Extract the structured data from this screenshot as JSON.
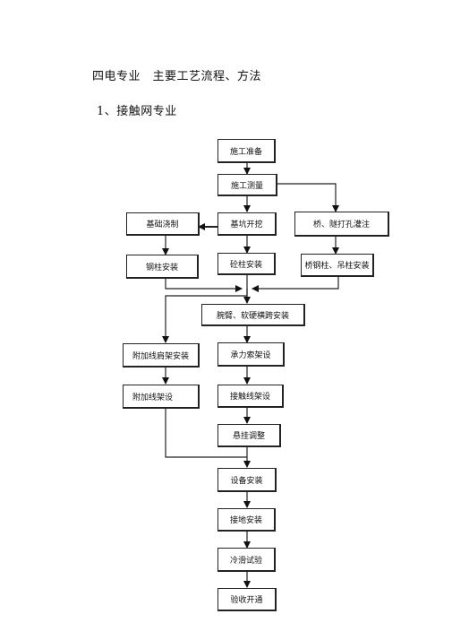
{
  "document": {
    "heading": "四电专业　主要工艺流程、方法",
    "subheading": "1、接触网专业"
  },
  "flowchart": {
    "steps": {
      "prep": "施工准备",
      "survey": "施工测量",
      "foundation_pour": "基础浇制",
      "pit_dig": "基坑开挖",
      "bridge_tunnel_drill": "桥、隧打孔灌注",
      "steel_pole": "钢柱安装",
      "concrete_pole": "砼柱安装",
      "bridge_pole": "桥钢柱、吊柱安装",
      "cantilever": "腕臂、软硬横跨安装",
      "feeder_bracket": "附加线肩架安装",
      "catenary_wire": "承力索架设",
      "feeder_wire": "附加线架设",
      "contact_wire": "接触线架设",
      "suspension_adjust": "悬挂调整",
      "equipment": "设备安装",
      "grounding": "接地安装",
      "cold_slide_test": "冷滑试验",
      "acceptance": "验收开通"
    }
  }
}
